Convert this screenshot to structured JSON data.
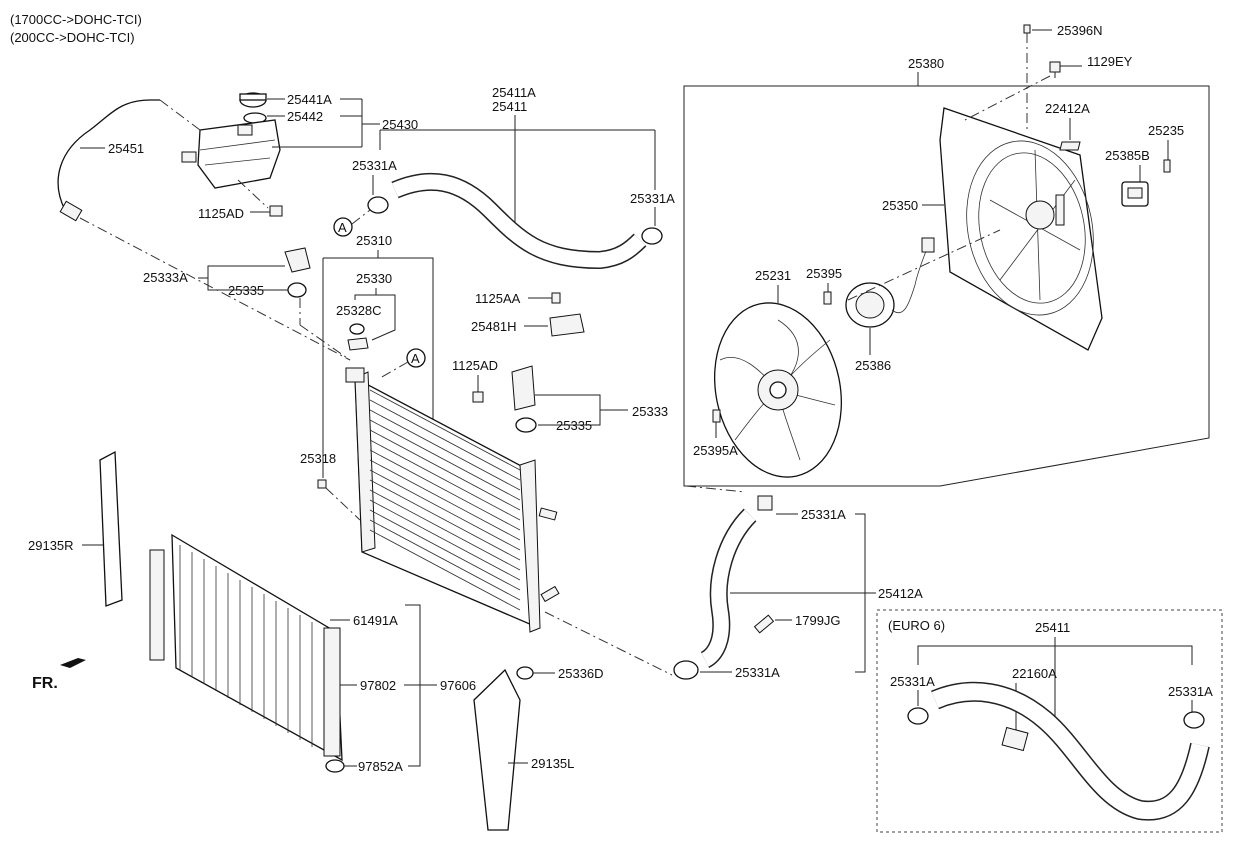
{
  "header": {
    "line1": "(1700CC->DOHC-TCI)",
    "line2": "(200CC->DOHC-TCI)"
  },
  "labels": {
    "p25396N": "25396N",
    "p1129EY": "1129EY",
    "p25380": "25380",
    "p22412A": "22412A",
    "p25235": "25235",
    "p25385B": "25385B",
    "p25350": "25350",
    "p25231": "25231",
    "p25395": "25395",
    "p25386": "25386",
    "p25395A": "25395A",
    "p25441A": "25441A",
    "p25442": "25442",
    "p25430": "25430",
    "p25451": "25451",
    "p25331A_top": "25331A",
    "p1125AD_top": "1125AD",
    "p25411A": "25411A",
    "p25411": "25411",
    "p25331A_right": "25331A",
    "p25310": "25310",
    "p25330": "25330",
    "p25333A": "25333A",
    "p25335_left": "25335",
    "p25328C": "25328C",
    "p1125AA": "1125AA",
    "p25481H": "25481H",
    "p1125AD_mid": "1125AD",
    "p25333": "25333",
    "p25335_mid": "25335",
    "p25318": "25318",
    "p29135R": "29135R",
    "p61491A": "61491A",
    "p97802": "97802",
    "p97606": "97606",
    "p97852A": "97852A",
    "p25336D": "25336D",
    "p29135L": "29135L",
    "p25331A_lower1": "25331A",
    "p25412A": "25412A",
    "p1799JG": "1799JG",
    "p25331A_lower2": "25331A",
    "euro6_title": "(EURO 6)",
    "euro6_25411": "25411",
    "euro6_25331A_left": "25331A",
    "euro6_22160A": "22160A",
    "euro6_25331A_right": "25331A",
    "circle_a1": "A",
    "circle_a2": "A",
    "fr": "FR."
  }
}
